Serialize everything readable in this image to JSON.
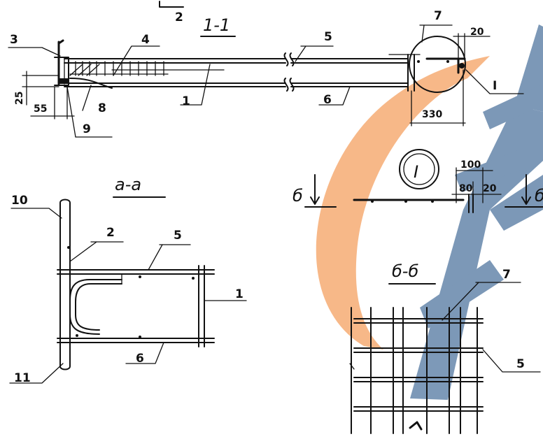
{
  "watermark": {
    "arc_color": "#F4A060",
    "tower_color": "#5C7FA6",
    "arc_opacity": 0.75,
    "tower_opacity": 0.8
  },
  "sections": {
    "cut_marker": "2",
    "section_1_1": "1-1",
    "section_a_a": "a-a",
    "section_b_b": "б-б",
    "detail_I": "I",
    "view_b_left": "б",
    "view_b_right": "б"
  },
  "callouts": {
    "c1a": "1",
    "c1b": "1",
    "c2": "2",
    "c3": "3",
    "c4": "4",
    "c5a": "5",
    "c5b": "5",
    "c5c": "5",
    "c6a": "6",
    "c6b": "6",
    "c7a": "7",
    "c7b": "7",
    "c8": "8",
    "c9": "9",
    "c10": "10",
    "c11": "11",
    "cI": "I"
  },
  "dimensions": {
    "d20a": "20",
    "d330": "330",
    "d25": "25",
    "d55": "55",
    "d100": "100",
    "d80": "80",
    "d20b": "20"
  }
}
